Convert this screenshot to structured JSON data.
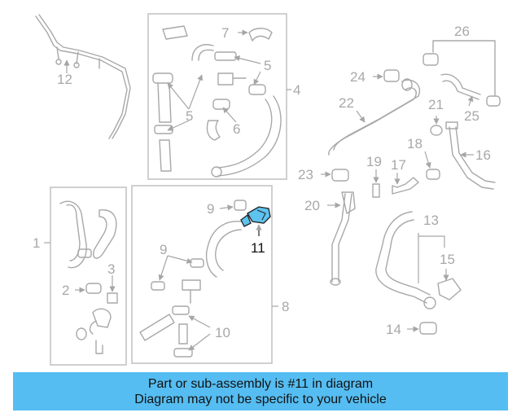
{
  "diagram": {
    "colors": {
      "line": "#a8a8a8",
      "highlight": "#5ec3ef",
      "banner": "#55bdf1"
    },
    "highlight_part": "11",
    "callouts": {
      "c1": "1",
      "c2": "2",
      "c3": "3",
      "c4": "4",
      "c5a": "5",
      "c5b": "5",
      "c6": "6",
      "c7": "7",
      "c8": "8",
      "c9a": "9",
      "c9b": "9",
      "c10": "10",
      "c11": "11",
      "c12": "12",
      "c13": "13",
      "c14": "14",
      "c15": "15",
      "c16": "16",
      "c17": "17",
      "c18": "18",
      "c19": "19",
      "c20": "20",
      "c21": "21",
      "c22": "22",
      "c23": "23",
      "c24": "24",
      "c25": "25",
      "c26": "26"
    }
  },
  "banner": {
    "line1": "Part or sub-assembly is #11 in diagram",
    "line2": "Diagram may not be specific to your vehicle"
  }
}
